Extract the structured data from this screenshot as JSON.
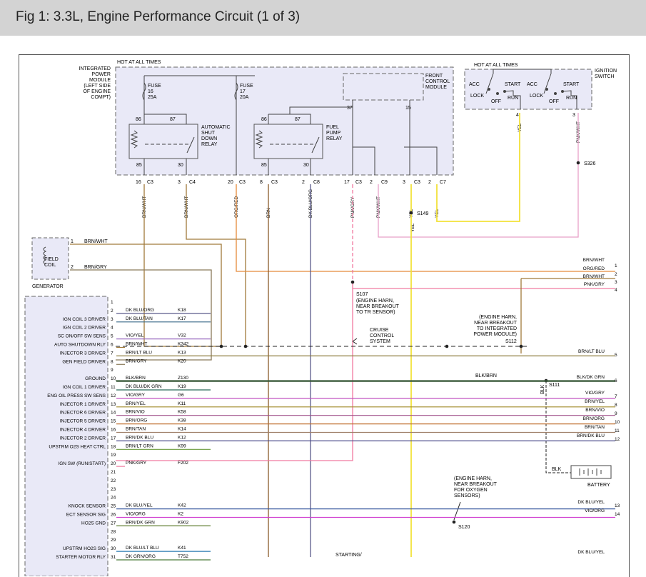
{
  "title": "Fig 1: 3.3L, Engine Performance Circuit (1 of 3)",
  "colors": {
    "brn_wht": "#a07a3a",
    "brn_gry": "#8a7a5a",
    "org_red": "#e58a3a",
    "pnk_gry": "#f07aa0",
    "pnk_wht": "#e8a0c8",
    "yel": "#f2e23a",
    "brn": "#8a5a2a",
    "dk_blu_org": "#5a5a8a",
    "blk_brn": "#3a5a3a",
    "box_fill": "#e9e9f7"
  },
  "labels": {
    "hot_at_all_times_1": "HOT AT ALL TIMES",
    "hot_at_all_times_2": "HOT AT ALL TIMES",
    "ipm": "INTEGRATED\nPOWER\nMODULE\n(LEFT SIDE\nOF ENGINE\nCOMPT)",
    "fuse16": "FUSE\n16\n25A",
    "fuse17": "FUSE\n17\n20A",
    "fcm": "FRONT\nCONTROL\nMODULE",
    "asd_relay": "AUTOMATIC\nSHUT\nDOWN\nRELAY",
    "fp_relay": "FUEL\nPUMP\nRELAY",
    "ign_switch": "IGNITION\nSWITCH",
    "acc1": "ACC",
    "lock1": "LOCK",
    "off1": "OFF",
    "start1": "START",
    "run1": "RUN",
    "acc2": "ACC",
    "lock2": "LOCK",
    "off2": "OFF",
    "start2": "START",
    "run2": "RUN",
    "r86a": "86",
    "r87a": "87",
    "r85a": "85",
    "r30a": "30",
    "r86b": "86",
    "r87b": "87",
    "r85b": "85",
    "r30b": "30",
    "fcm37": "37",
    "fcm15": "15",
    "ign4": "4",
    "ign3": "3",
    "field_coil": "FIELD\nCOIL",
    "generator": "GENERATOR",
    "gen1": "1",
    "gen2": "2",
    "gen_w1": "BRN/WHT",
    "gen_w2": "BRN/GRY",
    "s326": "S326",
    "s149": "S149",
    "s107": "S107",
    "s107_note": "(ENGINE HARN,\nNEAR BREAKOUT\nTO TR SENSOR)",
    "s112_note": "(ENGINE HARN,\nNEAR BREAKOUT\nTO INTEGRATED\nPOWER MODULE)",
    "s112": "S112",
    "cruise": "CRUISE\nCONTROL\nSYSTEM",
    "s111": "S111",
    "blk_vert": "BLK",
    "blk_batt": "BLK",
    "battery": "BATTERY",
    "s120_note": "(ENGINE HARN,\nNEAR BREAKOUT\nFOR OXYGEN\nSENSORS)",
    "s120": "S120",
    "starting": "STARTING/",
    "blk_brn_mid": "BLK/BRN"
  },
  "top_connectors": [
    {
      "pin": "16",
      "conn": "C3",
      "wire": "BRN/WHT"
    },
    {
      "pin": "3",
      "conn": "C4",
      "wire": "BRN/WHT"
    },
    {
      "pin": "20",
      "conn": "C3",
      "wire": "ORG/RED"
    },
    {
      "pin": "8",
      "conn": "C3",
      "wire": "BRN"
    },
    {
      "pin": "2",
      "conn": "C8",
      "wire": "DK BLU/ORG"
    },
    {
      "pin": "17",
      "conn": "C3",
      "wire": "PNK/GRY"
    },
    {
      "pin": "2",
      "conn": "C9",
      "wire": "PNK/WHT"
    },
    {
      "pin": "3",
      "conn": "C3",
      "wire": "YEL"
    },
    {
      "pin": "2",
      "conn": "C7",
      "wire": "YEL"
    },
    {
      "pin": "",
      "conn": "",
      "wire": "YEL"
    },
    {
      "pin": "",
      "conn": "",
      "wire": "PNK/WHT"
    },
    {
      "pin": "",
      "conn": "",
      "wire": "YEL"
    }
  ],
  "pcm_pins": [
    {
      "pin": "1",
      "name": "",
      "wire": "",
      "circuit": ""
    },
    {
      "pin": "2",
      "name": "",
      "wire": "DK BLU/ORG",
      "circuit": "K18"
    },
    {
      "pin": "3",
      "name": "IGN COIL 3 DRIVER",
      "wire": "DK BLU/TAN",
      "circuit": "K17"
    },
    {
      "pin": "4",
      "name": "IGN COIL 2 DRIVER",
      "wire": "",
      "circuit": ""
    },
    {
      "pin": "5",
      "name": "SC ON/OFF SW SENS",
      "wire": "VIO/YEL",
      "circuit": "V32"
    },
    {
      "pin": "6",
      "name": "AUTO SHUTDOWN RLY",
      "wire": "BRN/WHT",
      "circuit": "K342"
    },
    {
      "pin": "7",
      "name": "INJECTOR 3 DRIVER",
      "wire": "BRN/LT BLU",
      "circuit": "K13"
    },
    {
      "pin": "8",
      "name": "GEN FIELD DRIVER",
      "wire": "BRN/GRY",
      "circuit": "K20"
    },
    {
      "pin": "9",
      "name": "",
      "wire": "",
      "circuit": ""
    },
    {
      "pin": "10",
      "name": "GROUND",
      "wire": "BLK/BRN",
      "circuit": "Z130"
    },
    {
      "pin": "11",
      "name": "IGN COIL 1 DRIVER",
      "wire": "DK BLU/DK GRN",
      "circuit": "K19"
    },
    {
      "pin": "12",
      "name": "ENG OIL PRESS SW SENS",
      "wire": "VIO/GRY",
      "circuit": "G6"
    },
    {
      "pin": "13",
      "name": "INJECTOR 1 DRIVER",
      "wire": "BRN/YEL",
      "circuit": "K11"
    },
    {
      "pin": "14",
      "name": "INJECTOR 6 DRIVER",
      "wire": "BRN/VIO",
      "circuit": "K58"
    },
    {
      "pin": "15",
      "name": "INJECTOR 5 DRIVER",
      "wire": "BRN/ORG",
      "circuit": "K38"
    },
    {
      "pin": "16",
      "name": "INJECTOR 4 DRIVER",
      "wire": "BRN/TAN",
      "circuit": "K14"
    },
    {
      "pin": "17",
      "name": "INJECTOR 2 DRIVER",
      "wire": "BRN/DK BLU",
      "circuit": "K12"
    },
    {
      "pin": "18",
      "name": "UPSTRM O2S HEAT CTRL",
      "wire": "BRN/LT GRN",
      "circuit": "K99"
    },
    {
      "pin": "19",
      "name": "",
      "wire": "",
      "circuit": ""
    },
    {
      "pin": "20",
      "name": "IGN SW (RUN/START)",
      "wire": "PNK/GRY",
      "circuit": "F202"
    },
    {
      "pin": "21",
      "name": "",
      "wire": "",
      "circuit": ""
    },
    {
      "pin": "22",
      "name": "",
      "wire": "",
      "circuit": ""
    },
    {
      "pin": "23",
      "name": "",
      "wire": "",
      "circuit": ""
    },
    {
      "pin": "24",
      "name": "",
      "wire": "",
      "circuit": ""
    },
    {
      "pin": "25",
      "name": "KNOCK SENSOR",
      "wire": "DK BLU/YEL",
      "circuit": "K42"
    },
    {
      "pin": "26",
      "name": "ECT SENSOR SIG",
      "wire": "VIO/ORG",
      "circuit": "K2"
    },
    {
      "pin": "27",
      "name": "HO2S GND",
      "wire": "BRN/DK GRN",
      "circuit": "K902"
    },
    {
      "pin": "28",
      "name": "",
      "wire": "",
      "circuit": ""
    },
    {
      "pin": "29",
      "name": "",
      "wire": "",
      "circuit": ""
    },
    {
      "pin": "30",
      "name": "UPSTRM HO2S SIG",
      "wire": "DK BLU/LT BLU",
      "circuit": "K41"
    },
    {
      "pin": "31",
      "name": "STARTER MOTOR RLY",
      "wire": "DK GRN/ORG",
      "circuit": "T752"
    }
  ],
  "right_wires": [
    {
      "label": "BRN/WHT",
      "num": "1"
    },
    {
      "label": "ORG/RED",
      "num": "2"
    },
    {
      "label": "BRN/WHT",
      "num": "3"
    },
    {
      "label": "PNK/GRY",
      "num": "4"
    },
    {
      "label": "BRN/LT BLU",
      "num": "5"
    },
    {
      "label": "BLK/DK GRN",
      "num": "6"
    },
    {
      "label": "VIO/GRY",
      "num": "7"
    },
    {
      "label": "BRN/YEL",
      "num": "8"
    },
    {
      "label": "BRN/VIO",
      "num": "9"
    },
    {
      "label": "BRN/ORG",
      "num": "10"
    },
    {
      "label": "BRN/TAN",
      "num": "11"
    },
    {
      "label": "BRN/DK BLU",
      "num": "12"
    },
    {
      "label": "DK BLU/YEL",
      "num": "13"
    },
    {
      "label": "VIO/ORG",
      "num": "14"
    },
    {
      "label": "DK BLU/YEL",
      "num": ""
    }
  ]
}
